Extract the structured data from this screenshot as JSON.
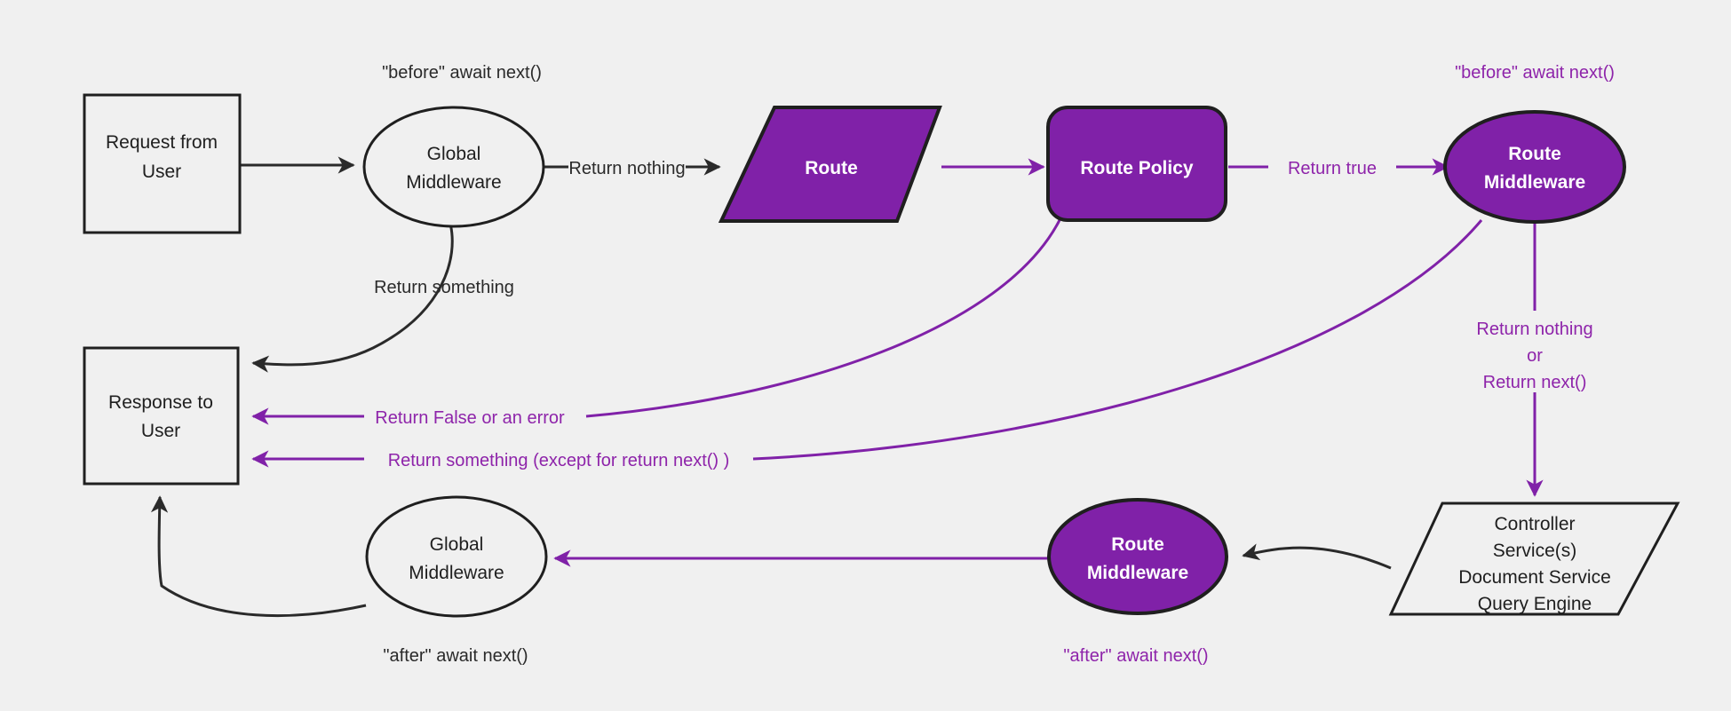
{
  "canvas": {
    "background": "#f0f0f0",
    "accent_purple": "#8021a8",
    "label_purple": "#8e24aa",
    "dark": "#1f1f1f"
  },
  "nodes": {
    "request": {
      "line1": "Request from",
      "line2": "User"
    },
    "global_middleware_top": {
      "line1": "Global",
      "line2": "Middleware"
    },
    "route": {
      "label": "Route"
    },
    "route_policy": {
      "label": "Route Policy"
    },
    "route_middleware_top": {
      "line1": "Route",
      "line2": "Middleware"
    },
    "response": {
      "line1": "Response to",
      "line2": "User"
    },
    "global_middleware_bottom": {
      "line1": "Global",
      "line2": "Middleware"
    },
    "route_middleware_bottom": {
      "line1": "Route",
      "line2": "Middleware"
    },
    "controller": {
      "line1": "Controller",
      "line2": "Service(s)",
      "line3": "Document Service",
      "line4": "Query Engine"
    }
  },
  "annotations": {
    "before_await_top_left": "\"before\" await next()",
    "before_await_top_right": "\"before\" await next()",
    "after_await_bottom_left": "\"after\" await next()",
    "after_await_bottom_right": "\"after\" await next()"
  },
  "edges": {
    "return_nothing": "Return nothing",
    "return_something": "Return something",
    "return_true": "Return true",
    "return_false_or_error": "Return False or an error",
    "return_something_except": "Return something (except for return next() )",
    "return_nothing_or_next_line1": "Return nothing",
    "return_nothing_or_next_line2": "or",
    "return_nothing_or_next_line3": "Return next()"
  }
}
